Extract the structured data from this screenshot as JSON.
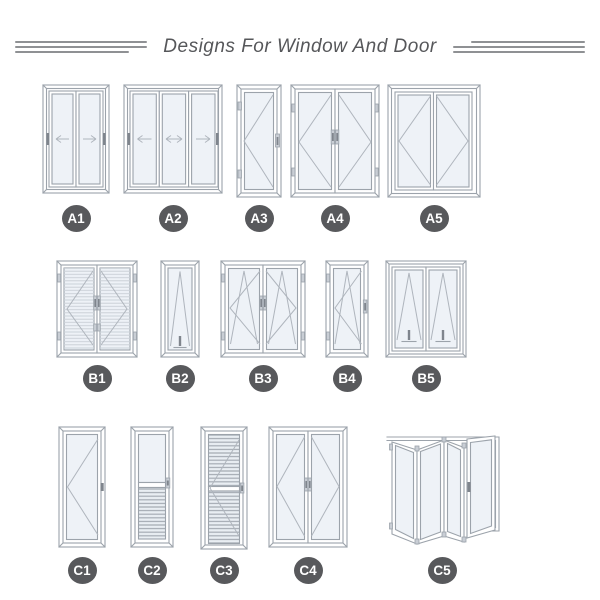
{
  "header": {
    "title": "Designs For Window And Door"
  },
  "rows": [
    {
      "name": "A",
      "items": [
        {
          "label": "A1",
          "icon": "sliding-door-2-panel-icon"
        },
        {
          "label": "A2",
          "icon": "sliding-door-3-panel-icon"
        },
        {
          "label": "A3",
          "icon": "single-casement-window-icon"
        },
        {
          "label": "A4",
          "icon": "double-casement-window-icon"
        },
        {
          "label": "A5",
          "icon": "double-casement-window-wide-icon"
        }
      ]
    },
    {
      "name": "B",
      "items": [
        {
          "label": "B1",
          "icon": "double-casement-screen-window-icon"
        },
        {
          "label": "B2",
          "icon": "tilt-window-icon"
        },
        {
          "label": "B3",
          "icon": "double-tilt-turn-window-icon"
        },
        {
          "label": "B4",
          "icon": "tilt-turn-window-icon"
        },
        {
          "label": "B5",
          "icon": "double-tilt-window-icon"
        }
      ]
    },
    {
      "name": "C",
      "items": [
        {
          "label": "C1",
          "icon": "single-glass-door-icon"
        },
        {
          "label": "C2",
          "icon": "half-louver-door-icon"
        },
        {
          "label": "C3",
          "icon": "louver-door-icon"
        },
        {
          "label": "C4",
          "icon": "double-glass-door-icon"
        },
        {
          "label": "C5",
          "icon": "bi-fold-door-icon"
        }
      ]
    }
  ],
  "colors": {
    "badge": "#58595C",
    "badge_text": "#FFFFFF",
    "title_text": "#56575A",
    "line": "#9CA3AB",
    "glass": "#EEF2F7"
  }
}
